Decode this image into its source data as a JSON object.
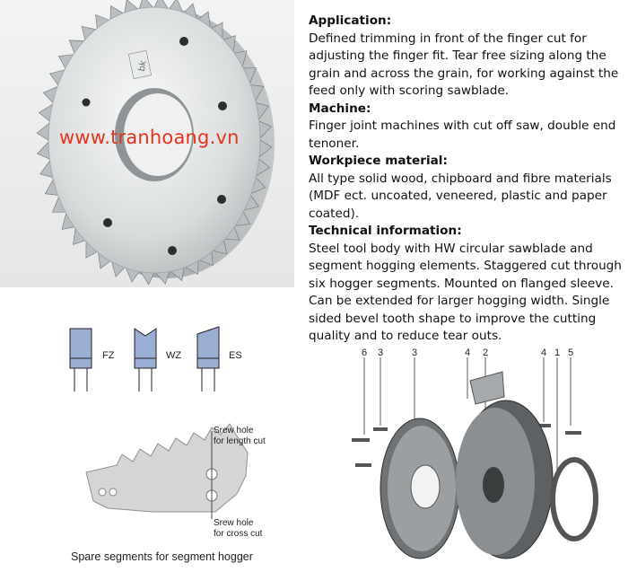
{
  "watermark": "www.tranhoang.vn",
  "logo_text": "bk",
  "sections": {
    "application_heading": "Application:",
    "application_text": "Defined trimming in front of the finger cut for adjusting the finger fit. Tear free sizing along the grain and across the grain, for working against the feed only with scoring sawblade.",
    "machine_heading": "Machine:",
    "machine_text": "Finger joint machines with cut off saw, double end tenoner.",
    "workpiece_heading": "Workpiece material:",
    "workpiece_text": "All type solid wood, chipboard and fibre materials (MDF ect. uncoated, veneered, plastic and paper coated).",
    "technical_heading": "Technical information:",
    "technical_text": "Steel tool body with HW circular sawblade and segment hogging elements. Staggered cut through six hogger segments. Mounted on flanged sleeve. Can be extended for larger hogging width. Single sided bevel tooth shape to improve the cutting quality and to reduce tear outs."
  },
  "tooth_shapes": [
    "FZ",
    "WZ",
    "ES"
  ],
  "segment_labels": {
    "hole_length_1": "Srew hole",
    "hole_length_2": "for length cut",
    "hole_cross_1": "Srew hole",
    "hole_cross_2": "for cross cut",
    "caption": "Spare segments for segment hogger"
  },
  "part_numbers": [
    "6",
    "3",
    "3",
    "4",
    "2",
    "4",
    "1",
    "5"
  ],
  "colors": {
    "watermark": "#e8331c",
    "tooth_fill": "#9aaed3",
    "steel": "#c9cccd"
  }
}
